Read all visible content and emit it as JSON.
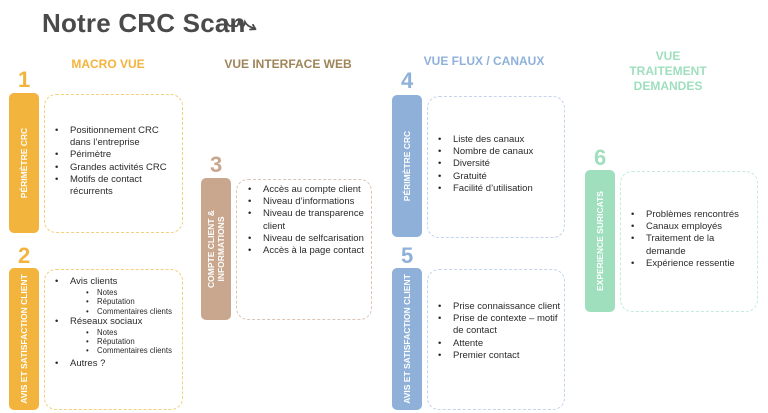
{
  "title": "Notre CRC Scan",
  "colors": {
    "orange": "#f3b43d",
    "tan": "#c9a78e",
    "blue": "#8fb1d9",
    "green": "#9fdfbe"
  },
  "columns": [
    {
      "label": "MACRO VUE"
    },
    {
      "label": "VUE INTERFACE WEB"
    },
    {
      "label": "VUE FLUX / CANAUX"
    },
    {
      "label": "VUE TRAITEMENT DEMANDES"
    }
  ],
  "sections": [
    {
      "number": "1",
      "tab": "PÉRIMÈTRE CRC",
      "items": [
        {
          "label": "Positionnement CRC dans l’entreprise"
        },
        {
          "label": "Périmètre"
        },
        {
          "label": "Grandes activités CRC"
        },
        {
          "label": "Motifs de contact récurrents"
        }
      ]
    },
    {
      "number": "2",
      "tab": "AVIS ET SATISFACTION CLIENT",
      "items": [
        {
          "label": "Avis clients",
          "sub": [
            "Notes",
            "Réputation",
            "Commentaires clients"
          ]
        },
        {
          "label": "Réseaux sociaux",
          "sub": [
            "Notes",
            "Réputation",
            "Commentaires clients"
          ]
        },
        {
          "label": "Autres ?"
        }
      ]
    },
    {
      "number": "3",
      "tab": "COMPTE CLIENT & INFORMATIONS",
      "items": [
        {
          "label": "Accès au compte client"
        },
        {
          "label": "Niveau d’informations"
        },
        {
          "label": "Niveau de transparence client"
        },
        {
          "label": "Niveau de selfcarisation"
        },
        {
          "label": "Accès à la page contact"
        }
      ]
    },
    {
      "number": "4",
      "tab": "PÉRIMÈTRE CRC",
      "items": [
        {
          "label": "Liste des canaux"
        },
        {
          "label": "Nombre de canaux"
        },
        {
          "label": "Diversité"
        },
        {
          "label": "Gratuité"
        },
        {
          "label": "Facilité d’utilisation"
        }
      ]
    },
    {
      "number": "5",
      "tab": "AVIS ET SATISFACTION CLIENT",
      "items": [
        {
          "label": "Prise connaissance client"
        },
        {
          "label": "Prise de contexte – motif de contact"
        },
        {
          "label": "Attente"
        },
        {
          "label": "Premier contact"
        }
      ]
    },
    {
      "number": "6",
      "tab": "EXPERIENCE SURICATS",
      "items": [
        {
          "label": "Problèmes rencontrés"
        },
        {
          "label": "Canaux employés"
        },
        {
          "label": "Traitement de la demande"
        },
        {
          "label": "Expérience ressentie"
        }
      ]
    }
  ]
}
